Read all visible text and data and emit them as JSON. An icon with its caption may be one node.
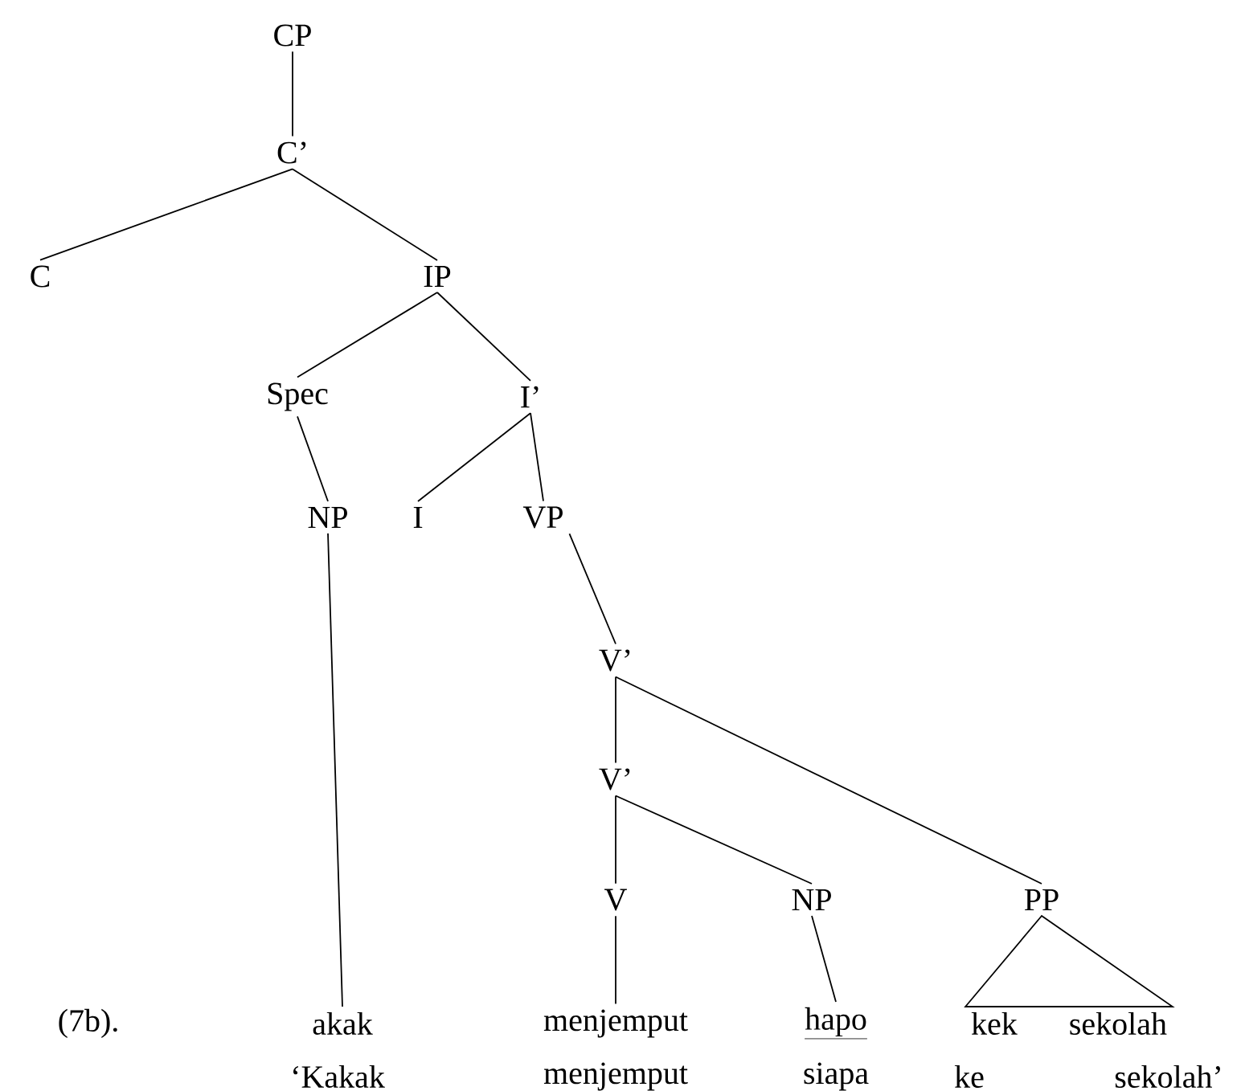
{
  "diagram": {
    "nodes": [
      {
        "text": [
          "CP"
        ]
      },
      {
        "text": [
          "C’"
        ]
      },
      {
        "text": [
          "C"
        ]
      },
      {
        "text": [
          "IP"
        ]
      },
      {
        "text": [
          "Spec"
        ]
      },
      {
        "text": [
          "I’"
        ]
      },
      {
        "text": [
          "NP"
        ]
      },
      {
        "text": [
          "I"
        ]
      },
      {
        "text": [
          "VP"
        ]
      },
      {
        "text": [
          "V’"
        ]
      },
      {
        "text": [
          "V’"
        ]
      },
      {
        "text": [
          "V"
        ]
      },
      {
        "text": [
          "NP"
        ]
      },
      {
        "text": [
          "PP"
        ]
      },
      {
        "text": [
          "akak"
        ]
      },
      {
        "text": [
          "menjemput"
        ]
      },
      {
        "text": [
          "hapo"
        ]
      },
      {
        "text": [
          "kek sekolah"
        ]
      }
    ],
    "edges": [
      {
        "from": 0,
        "to": 1,
        "arrow": "none"
      },
      {
        "from": 1,
        "to": 2,
        "arrow": "none"
      },
      {
        "from": 1,
        "to": 3,
        "arrow": "none"
      },
      {
        "from": 3,
        "to": 4,
        "arrow": "none"
      },
      {
        "from": 3,
        "to": 5,
        "arrow": "none"
      },
      {
        "from": 4,
        "to": 6,
        "arrow": "none"
      },
      {
        "from": 5,
        "to": 7,
        "arrow": "none"
      },
      {
        "from": 5,
        "to": 8,
        "arrow": "none"
      },
      {
        "from": 6,
        "to": 14,
        "arrow": "none"
      },
      {
        "from": 8,
        "to": 9,
        "arrow": "none"
      },
      {
        "from": 9,
        "to": 10,
        "arrow": "none"
      },
      {
        "from": 9,
        "to": 13,
        "arrow": "none"
      },
      {
        "from": 10,
        "to": 11,
        "arrow": "none"
      },
      {
        "from": 10,
        "to": 12,
        "arrow": "none"
      },
      {
        "from": 11,
        "to": 15,
        "arrow": "none"
      },
      {
        "from": 12,
        "to": 16,
        "arrow": "none"
      },
      {
        "from": 13,
        "to": 17,
        "arrow": "none"
      }
    ],
    "labels": [
      "(7b).",
      "‘Kakak",
      "menjemput",
      "siapa",
      "ke",
      "sekolah’"
    ]
  }
}
